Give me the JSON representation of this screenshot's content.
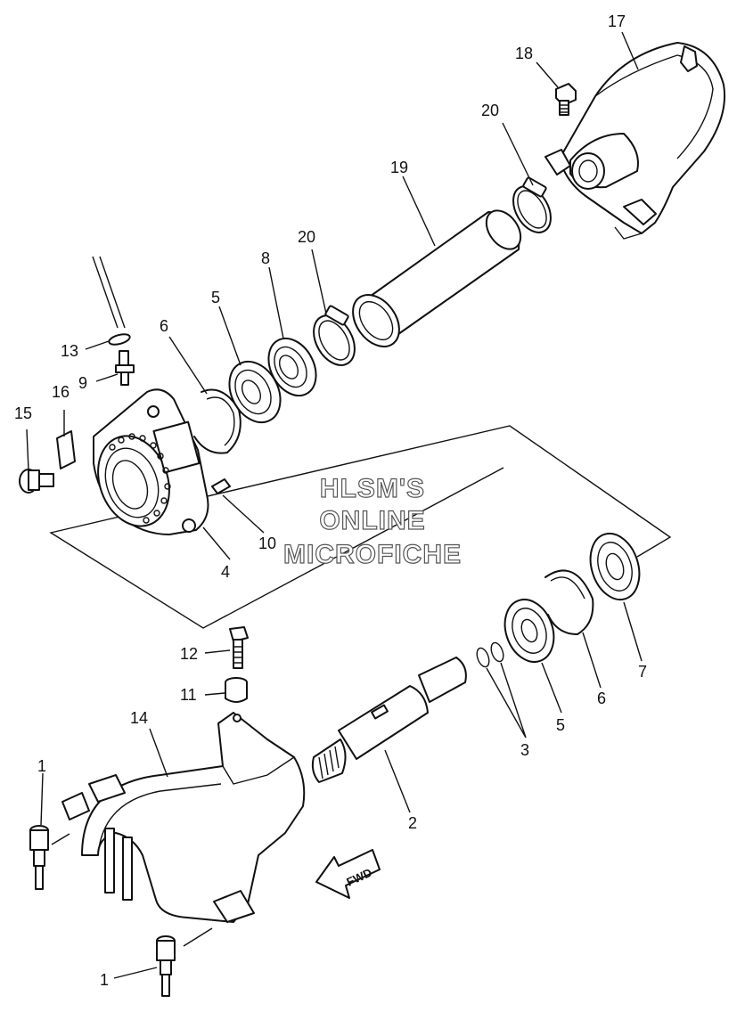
{
  "watermark": {
    "line1": "HLSM'S",
    "line2": "ONLINE",
    "line3": "MICROFICHE"
  },
  "direction_label": "FWD",
  "callouts": {
    "c1a": "1",
    "c1b": "1",
    "c2": "2",
    "c3": "3",
    "c4": "4",
    "c5a": "5",
    "c5b": "5",
    "c6a": "6",
    "c6b": "6",
    "c7": "7",
    "c8": "8",
    "c9": "9",
    "c10": "10",
    "c11": "11",
    "c12": "12",
    "c13": "13",
    "c14": "14",
    "c15": "15",
    "c16": "16",
    "c17": "17",
    "c18": "18",
    "c19": "19",
    "c20a": "20",
    "c20b": "20"
  }
}
